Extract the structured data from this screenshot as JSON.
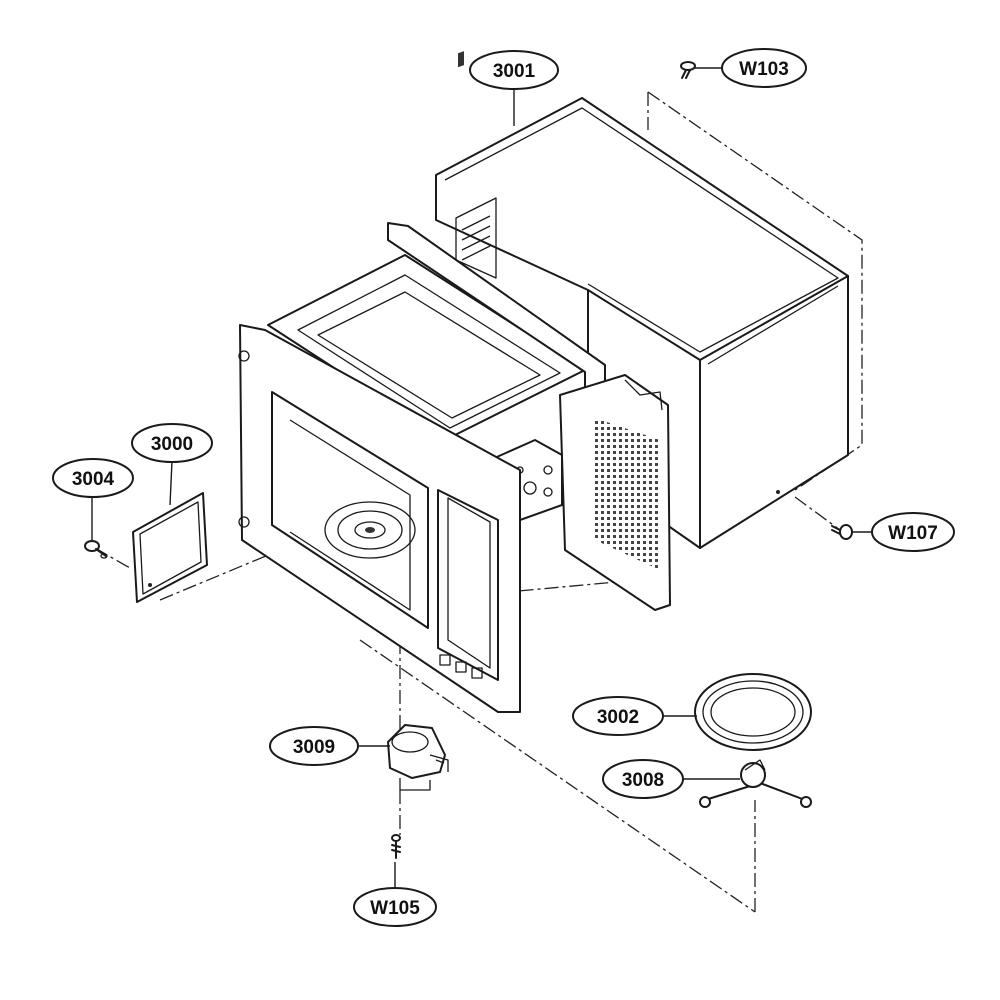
{
  "callouts": {
    "c3001": "3001",
    "w103": "W103",
    "c3000": "3000",
    "c3004": "3004",
    "w107": "W107",
    "c3002": "3002",
    "c3009": "3009",
    "c3008": "3008",
    "w105": "W105"
  }
}
